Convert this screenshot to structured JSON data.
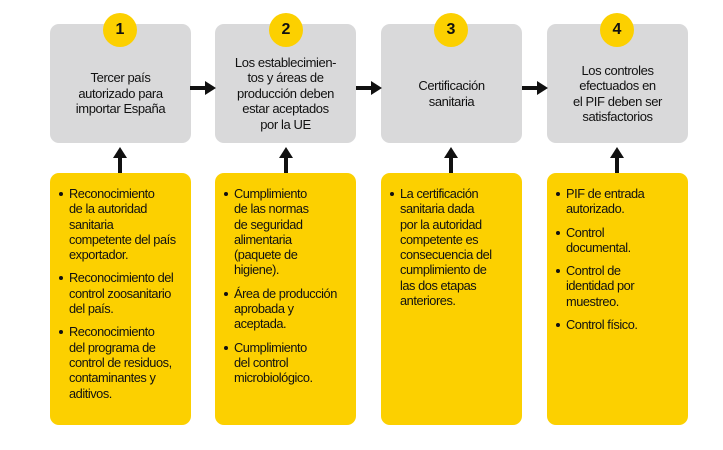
{
  "steps": [
    {
      "number": "1",
      "title": "Tercer país\nautorizado para\nimportar España",
      "items": [
        "Reconocimiento\nde  la autoridad\nsanitaria\ncompetente del país\nexportador.",
        "Reconocimiento del\ncontrol zoosanitario\ndel país.",
        "Reconocimiento\ndel programa de\ncontrol de residuos,\ncontaminantes y\naditivos."
      ]
    },
    {
      "number": "2",
      "title": "Los establecimien-\ntos y áreas de\nproducción deben\nestar aceptados\npor la UE",
      "items": [
        "Cumplimiento\nde las normas\nde seguridad\nalimentaria\n(paquete de\nhigiene).",
        "Área de producción\naprobada y\naceptada.",
        "Cumplimiento\ndel control\nmicrobiológico."
      ]
    },
    {
      "number": "3",
      "title": "Certificación\nsanitaria",
      "items": [
        "La certificación\nsanitaria dada\npor la autoridad\ncompetente es\nconsecuencia del\ncumplimiento de\nlas dos etapas\nanteriores."
      ]
    },
    {
      "number": "4",
      "title": "Los controles\nefectuados en\nel PIF deben ser\nsatisfactorios",
      "items": [
        "PIF de entrada\nautorizado.",
        "Control\ndocumental.",
        "Control de\nidentidad por\nmuestreo.",
        "Control físico."
      ]
    }
  ],
  "colors": {
    "accent": "#fcd000",
    "step_box": "#d9d9da"
  }
}
